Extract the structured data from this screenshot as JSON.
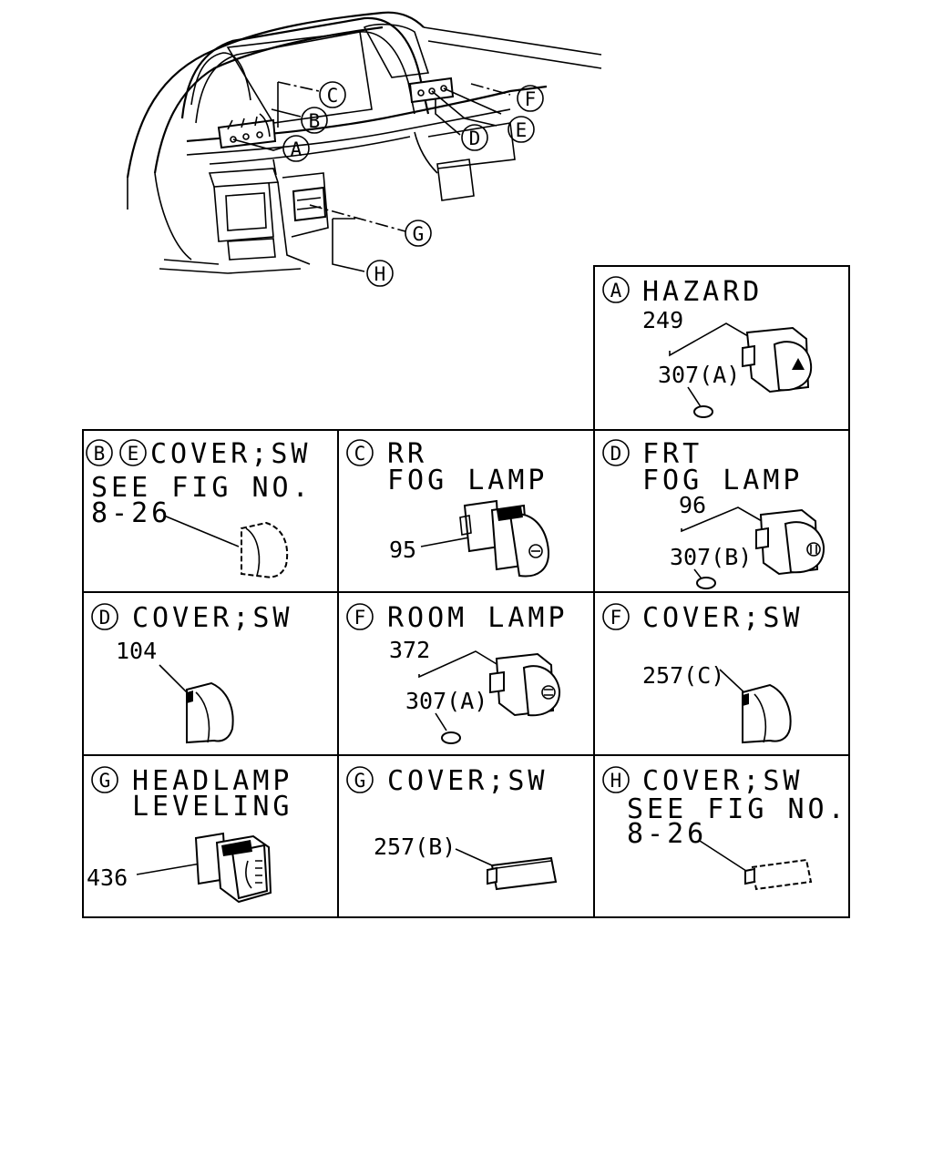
{
  "overview": {
    "callouts": {
      "A": "A",
      "B": "B",
      "C": "C",
      "D": "D",
      "E": "E",
      "F": "F",
      "G": "G",
      "H": "H"
    }
  },
  "panels": {
    "hazard": {
      "letter": "A",
      "title": "HAZARD",
      "parts": [
        "249",
        "307(A)"
      ]
    },
    "cover_be": {
      "letters": [
        "B",
        "E"
      ],
      "title": "COVER;SW",
      "lines": [
        "SEE FIG NO.",
        "8-26"
      ]
    },
    "rr_fog": {
      "letter": "C",
      "title_lines": [
        "RR",
        "FOG LAMP"
      ],
      "parts": [
        "95"
      ]
    },
    "frt_fog": {
      "letter": "D",
      "title_lines": [
        "FRT",
        "FOG LAMP"
      ],
      "parts": [
        "96",
        "307(B)"
      ]
    },
    "cover_d": {
      "letter": "D",
      "title": "COVER;SW",
      "parts": [
        "104"
      ]
    },
    "room_lamp": {
      "letter": "F",
      "title": "ROOM LAMP",
      "parts": [
        "372",
        "307(A)"
      ]
    },
    "cover_f": {
      "letter": "F",
      "title": "COVER;SW",
      "parts": [
        "257(C)"
      ]
    },
    "headlamp": {
      "letter": "G",
      "title_lines": [
        "HEADLAMP",
        "LEVELING"
      ],
      "parts": [
        "436"
      ]
    },
    "cover_g": {
      "letter": "G",
      "title": "COVER;SW",
      "parts": [
        "257(B)"
      ]
    },
    "cover_h": {
      "letter": "H",
      "title": "COVER;SW",
      "lines": [
        "SEE FIG NO.",
        "8-26"
      ]
    }
  }
}
